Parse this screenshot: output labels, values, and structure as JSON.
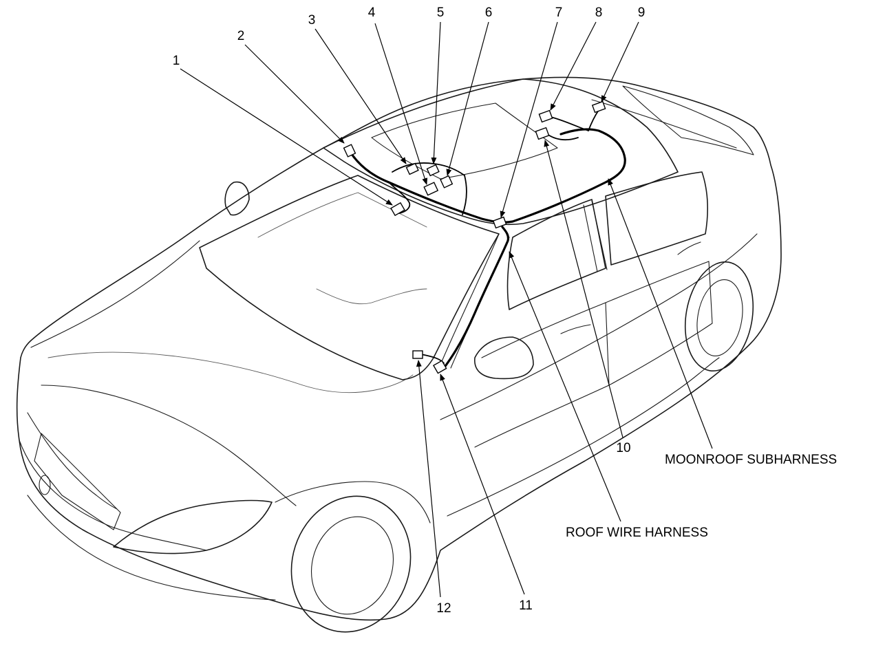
{
  "callouts": [
    "1",
    "2",
    "3",
    "4",
    "5",
    "6",
    "7",
    "8",
    "9",
    "10",
    "11",
    "12"
  ],
  "labels": {
    "moonroof": "MOONROOF SUBHARNESS",
    "roof": "ROOF WIRE HARNESS"
  },
  "colors": {
    "line": "#000000",
    "background": "#ffffff"
  }
}
